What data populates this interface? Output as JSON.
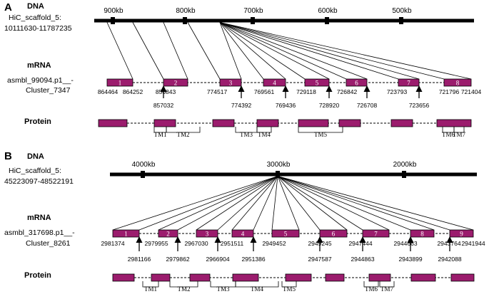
{
  "panelA": {
    "letter": "A",
    "dna_heading": "DNA",
    "scaffold_name": "HiC_scaffold_5:",
    "scaffold_range": "10111630-11787235",
    "scale_ticks": [
      "900kb",
      "800kb",
      "700kb",
      "600kb",
      "500kb"
    ],
    "mrna_heading": "mRNA",
    "transcript_name": "asmbl_99094.p1__-",
    "transcript_cluster": "Cluster_7347",
    "exon_numbers": [
      "1",
      "2",
      "3",
      "4",
      "5",
      "6",
      "7",
      "8"
    ],
    "exon_coords": [
      [
        "864464",
        "864252"
      ],
      [
        "856843"
      ],
      [
        "774517"
      ],
      [
        "769561"
      ],
      [
        "729118"
      ],
      [
        "726842"
      ],
      [
        "723793"
      ],
      [
        "721796",
        "721404"
      ]
    ],
    "intron_arrow_labels": [
      "857032",
      "774392",
      "769436",
      "728920",
      "726708",
      "723656"
    ],
    "protein_heading": "Protein",
    "tm_labels": [
      "TM1",
      "TM2",
      "TM3",
      "TM4",
      "TM5",
      "TM6",
      "TM7"
    ]
  },
  "panelB": {
    "letter": "B",
    "dna_heading": "DNA",
    "scaffold_name": "HiC_scaffold_5:",
    "scaffold_range": "45223097-48522191",
    "scale_ticks": [
      "4000kb",
      "3000kb",
      "2000kb"
    ],
    "mrna_heading": "mRNA",
    "transcript_name": "asmbl_317698.p1__-",
    "transcript_cluster": "Cluster_8261",
    "exon_numbers": [
      "1",
      "2",
      "3",
      "4",
      "5",
      "6",
      "7",
      "8",
      "9"
    ],
    "exon_coords": [
      [
        "2981374"
      ],
      [
        "2979955"
      ],
      [
        "2967030"
      ],
      [
        "2951511"
      ],
      [
        "2949452"
      ],
      [
        "2949245"
      ],
      [
        "2947444"
      ],
      [
        "2944663"
      ],
      [
        "2943764"
      ],
      [
        "2941944"
      ]
    ],
    "intron_arrow_labels": [
      "2981166",
      "2979862",
      "2966904",
      "2951386",
      "2947587",
      "2944863",
      "2943899",
      "2942088"
    ],
    "protein_heading": "Protein",
    "tm_labels": [
      "TM1",
      "TM2",
      "TM3",
      "TM4",
      "TM5",
      "TM6",
      "TM7"
    ]
  },
  "colors": {
    "exon": "#9b1c6d",
    "line": "#000000"
  }
}
